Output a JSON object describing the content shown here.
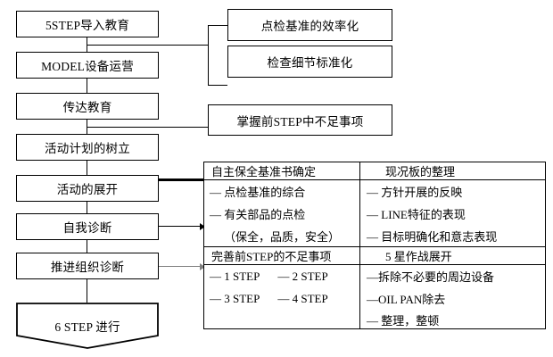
{
  "diagram": {
    "title": "5STEP activity flow chart",
    "flow_nodes": [
      {
        "id": "n1",
        "label": "5STEP导入教育"
      },
      {
        "id": "n2",
        "label": "MODEL设备运营"
      },
      {
        "id": "n3",
        "label": "传达教育"
      },
      {
        "id": "n4",
        "label": "活动计划的树立"
      },
      {
        "id": "n5",
        "label": "活动的展开"
      },
      {
        "id": "n6",
        "label": "自我诊断"
      },
      {
        "id": "n7",
        "label": "推进组织诊断"
      },
      {
        "id": "n8",
        "label": "6 STEP 进行",
        "shape": "pentagon"
      }
    ],
    "branch_nodes": [
      {
        "id": "b1",
        "label": "点检基准的效率化",
        "from": "n1"
      },
      {
        "id": "b2",
        "label": "检查细节标准化",
        "from": "n1"
      },
      {
        "id": "b3",
        "label": "掌握前STEP中不足事项",
        "from": "n3"
      }
    ],
    "matrix": {
      "columns": 2,
      "blocks": [
        {
          "header_left": "自主保全基准书确定",
          "header_right": "现况板的整理",
          "rows_left": [
            "— 点检基准的综合",
            "— 有关部品的点检",
            "（保全，品质，安全）"
          ],
          "rows_right": [
            "— 方针开展的反映",
            "— LINE特征的表现",
            "— 目标明确化和意志表现"
          ]
        },
        {
          "header_left": "完善前STEP的不足事项",
          "header_right": "5 星作战展开",
          "rows_left_pairs": [
            [
              "— 1 STEP",
              "— 2 STEP"
            ],
            [
              "— 3 STEP",
              "— 4 STEP"
            ]
          ],
          "rows_right": [
            "—拆除不必要的周边设备",
            "—OIL PAN除去",
            "— 整理，整顿"
          ]
        }
      ]
    },
    "colors": {
      "line": "#000000",
      "line_gray": "#808080",
      "background": "#ffffff",
      "text": "#000000"
    }
  }
}
